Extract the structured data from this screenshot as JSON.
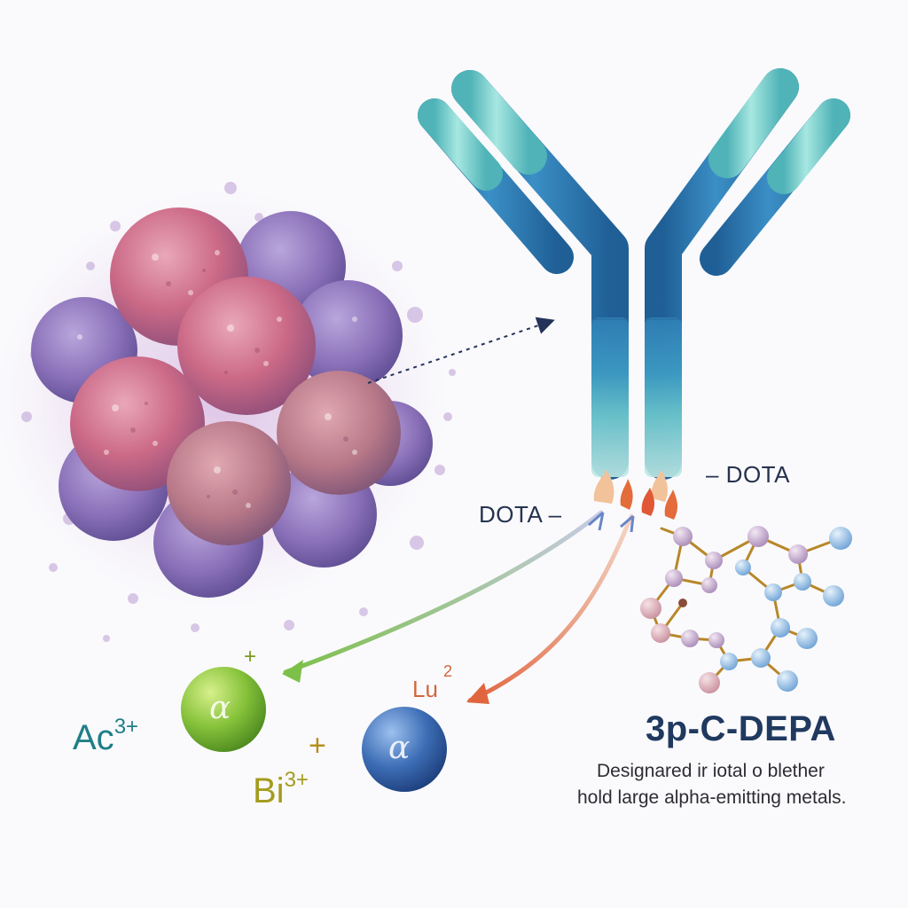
{
  "labels": {
    "dota_left": "DOTA –",
    "dota_right": "– DOTA",
    "lu": "Lu",
    "lu_charge": "2",
    "ac": "Ac",
    "ac_charge": "3+",
    "bi": "Bi",
    "bi_charge": "3+",
    "plus_ac": "+",
    "plus_bi": "+",
    "alpha_symbol": "α",
    "chelator_title": "3p-C-DEPA",
    "description_line1": "Designared ir iotal o blether",
    "description_line2": "hold large alpha-emitting metals."
  },
  "colors": {
    "tumor_pink": "#c45a7c",
    "tumor_purple": "#8a70b8",
    "antibody_dark": "#2e77ad",
    "antibody_light": "#7fd3cf",
    "ac_sphere": "#7fbd32",
    "lu_sphere": "#3a64a8",
    "arrow_green": "#7cc04a",
    "arrow_orange": "#e0653f",
    "molecule_purple": "#b9a4c6",
    "molecule_blue": "#8fb7dd"
  },
  "icons": [
    "dotted-arrow-icon",
    "alpha-particle-icon",
    "chelator-molecule-icon",
    "antibody-icon",
    "tumor-cells-icon"
  ]
}
